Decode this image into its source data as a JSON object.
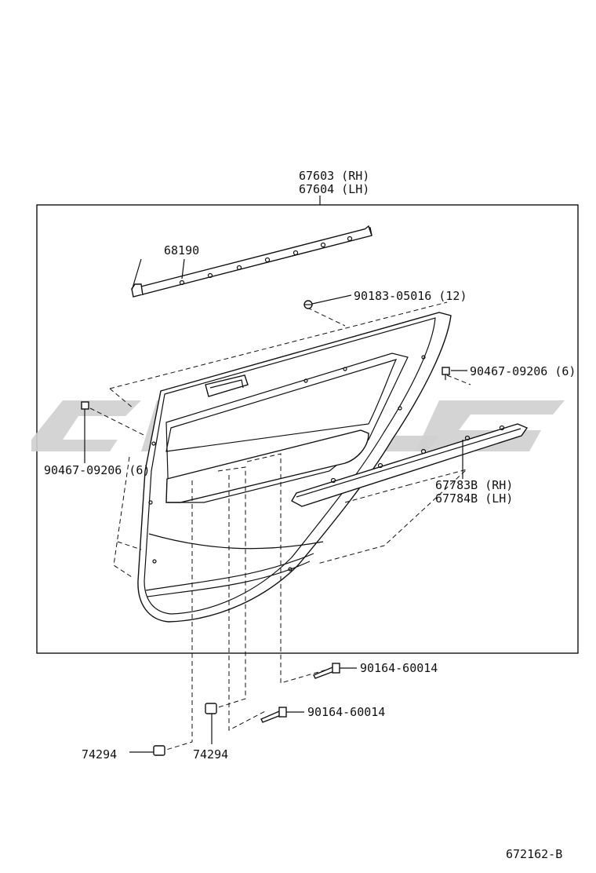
{
  "diagram_id": "672162-B",
  "labels": {
    "panel_rh": "67603 (RH)",
    "panel_lh": "67604 (LH)",
    "weatherstrip": "68190",
    "clip_12": "90183-05016 (12)",
    "clip_right": "90467-09206 (6)",
    "clip_left": "90467-09206 (6)",
    "armrest_rh": "67783B (RH)",
    "armrest_lh": "67784B (LH)",
    "screw_1": "90164-60014",
    "screw_2": "90164-60014",
    "cover_left": "74294",
    "cover_mid": "74294"
  }
}
